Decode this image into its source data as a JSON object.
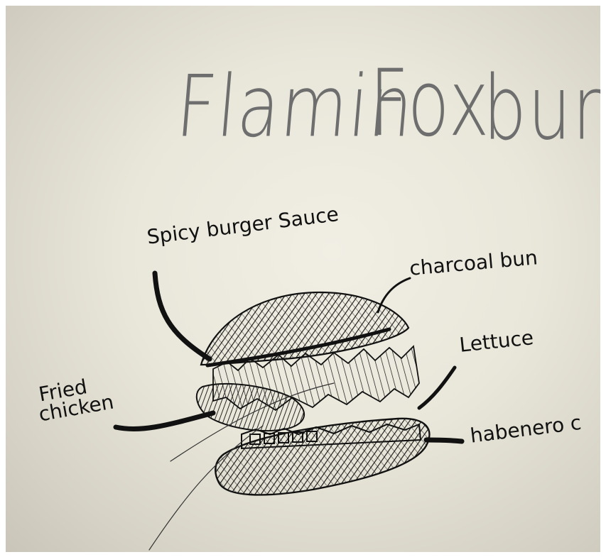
{
  "sketch": {
    "title": [
      "Flamin",
      "Fox",
      "burger"
    ],
    "labels": {
      "sauce": "Spicy burger Sauce",
      "bun": "charcoal bun",
      "lettuce": "Lettuce",
      "chicken_line1": "Fried",
      "chicken_line2": "chicken",
      "habenero": "habenero c"
    },
    "colors": {
      "paper": "#ebe9dd",
      "ink": "#111111",
      "pencil": "#6e6e6e"
    }
  }
}
